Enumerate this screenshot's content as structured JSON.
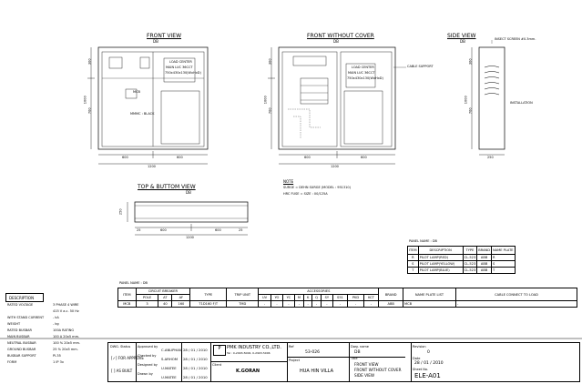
{
  "views": {
    "front": {
      "title": "FRONT VIEW",
      "sub": "DB",
      "panel_text": [
        "LOAD CENTER",
        "MAIN LUC 36CCT",
        "750x430x130(WxHxD)"
      ],
      "mcb_label": "MCB",
      "handle_label": "MMMC : BLACK",
      "dims": {
        "w_left": "600",
        "w_right": "600",
        "w_total": "1200",
        "h_total": "1000",
        "h_top": "300",
        "h_mid": "700"
      }
    },
    "front_wo_cover": {
      "title": "FRONT WITHOUT COVER",
      "sub": "DB",
      "panel_text": [
        "LOAD CENTER",
        "MAIN LUC 36CCT",
        "750x430x130(WxHxD)"
      ],
      "support_label": "CABLE SUPPORT",
      "dims": {
        "w_left": "600",
        "w_right": "600",
        "w_total": "1200",
        "h_total": "1000",
        "h_top": "300",
        "h_mid": "700"
      }
    },
    "side": {
      "title": "SIDE VIEW",
      "sub": "DB",
      "insect_label": "INSECT SCREEN #0.3mm.",
      "installation_label": "INSTALLATION",
      "dims": {
        "depth": "250",
        "h_total": "1000",
        "h_top": "300",
        "h_mid": "700"
      }
    },
    "top_bottom": {
      "title": "TOP & BUTTOM VIEW",
      "sub": "DB",
      "dims": {
        "left": "25",
        "right": "25",
        "w1": "600",
        "w2": "600",
        "w_total": "1200",
        "h": "250"
      }
    }
  },
  "notes": {
    "title": "NOTE",
    "lines": [
      "SURGE = DEHN SURGE (MODEL : 951310)",
      "HRC FUSE = SIZE : 00/125A"
    ]
  },
  "panel_name_table": {
    "caption": "PANEL NAME : DB",
    "headers": [
      "ITEM",
      "DESCRIPTION",
      "TYPE",
      "BRAND",
      "NAME PLATE"
    ],
    "rows": [
      [
        "R",
        "PILOT LAMP(RED)",
        "CL-523",
        "ABB",
        "R"
      ],
      [
        "S",
        "PILOT LAMP(YELLOW)",
        "CL-523",
        "ABB",
        "S"
      ],
      [
        "T",
        "PILOT LAMP(BLUE)",
        "CL-523",
        "ABB",
        "T"
      ]
    ]
  },
  "breaker_table": {
    "caption": "PANEL NAME : DB",
    "h_item": "ITEM",
    "h_cb": "CIRCUIT BREAKER",
    "h_pole": "POLE",
    "h_at": "AT",
    "h_af": "AF",
    "h_type": "TYPE",
    "h_trip": "TRIP UNIT",
    "h_acc": "ACCESSORIES",
    "acc_cols": [
      "UV",
      "YO",
      "YC",
      "M",
      "K",
      "Q",
      "SY",
      "S51",
      "PKD",
      "KCT"
    ],
    "h_brand": "BRAND",
    "h_nameplate": "NAME PLATE LIST",
    "h_cable": "CABLE CONNECT TO LOAD",
    "row": {
      "item": "MCB",
      "pole": "3",
      "at": "40",
      "af": "160",
      "type": "T1D160 F/T",
      "trip": "TMD",
      "acc": [
        "-",
        "-",
        "-",
        "-",
        "-",
        "-",
        "-",
        "-",
        "-",
        "-"
      ],
      "brand": "ABB",
      "nameplate": "MCB",
      "cable": "-"
    }
  },
  "description": {
    "title": "DESCRIPTION",
    "rows": [
      [
        "RATED VOLTAGE",
        "3 PHASE  4 WIRE"
      ],
      [
        "",
        "415 V a.c. 50 Hz"
      ],
      [
        "WITH STAND CURRENT",
        "- kA"
      ],
      [
        "WEIGHT",
        "- kg"
      ],
      [
        "RATED BUSBAR",
        "100A RATING"
      ],
      [
        "MAIN BUSBAR",
        "100 A      20x5 mm."
      ],
      [
        "NEUTRAL BUSBAR",
        "100 %      20x5 mm."
      ],
      [
        "GROUND BUSBAR",
        "25 %      20x5 mm."
      ],
      [
        "BUSBAR SUPPORT",
        "PI-35"
      ],
      [
        "FORM",
        "1      IP 3x"
      ]
    ]
  },
  "title_block": {
    "status_label": "DWG. Status",
    "for_approve": "FOR APPROVE",
    "as_built": "AS BUILT",
    "approved_by": "Approved by",
    "checked_by": "Checked by",
    "designed_by": "Designed by",
    "drawn_by": "Drawn by",
    "approver": "C.ANUPHAN",
    "checker": "S.ARHOM",
    "designer": "U.MATEE",
    "drawer": "U.MATEE",
    "date": "28 / 01 / 2010",
    "company": "PMK INDUSTRY CO.,LTD.",
    "company_line": "Tel : 0-2903-5006, 0-2903-5006",
    "client_label": "Client",
    "client": "K.GORAN",
    "ref_label": "Ref",
    "ref": "53-026",
    "project_label": "Project",
    "project": "HUA HIN VILLA",
    "dwg_name_label": "Dwg. name",
    "dwg_name": "DB",
    "title_label": "Title",
    "title_lines": [
      "FRONT VIEW",
      "FRONT WITHOUT COVER",
      "SIDE VIEW"
    ],
    "revision_label": "Revision",
    "revision": "0",
    "date_label": "Date",
    "sheet_date": "28 / 01 / 2010",
    "sheet_label": "Sheet No.",
    "sheet": "ELE-A01"
  }
}
